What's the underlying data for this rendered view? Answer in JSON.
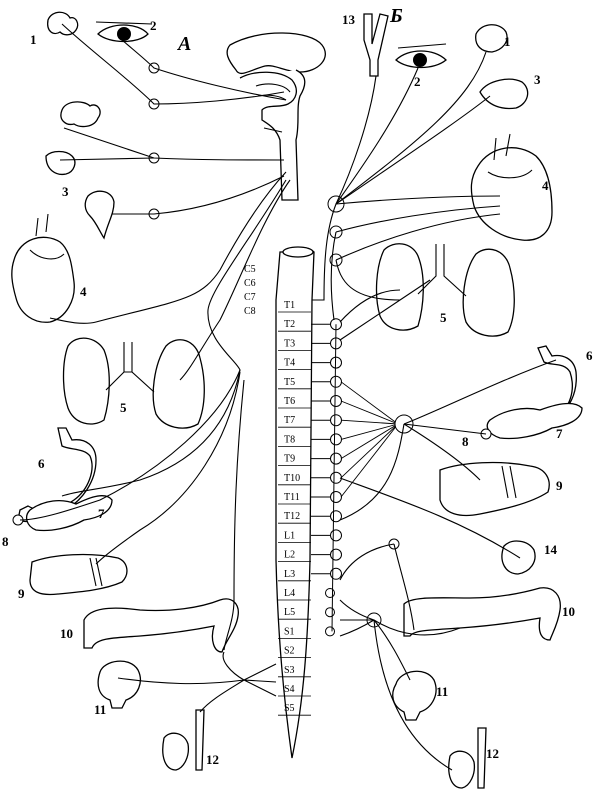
{
  "sections": {
    "a": "А",
    "b": "Б"
  },
  "left_labels": {
    "l1": "1",
    "l2": "2",
    "l3": "3",
    "l4": "4",
    "l5": "5",
    "l6": "6",
    "l7": "7",
    "l8": "8",
    "l9": "9",
    "l10": "10",
    "l11": "11",
    "l12": "12"
  },
  "right_labels": {
    "r1": "1",
    "r2": "2",
    "r3": "3",
    "r4": "4",
    "r5": "5",
    "r6": "6",
    "r7": "7",
    "r8": "8",
    "r9": "9",
    "r10": "10",
    "r11": "11",
    "r12": "12",
    "r13": "13",
    "r14": "14"
  },
  "cervical_segments": [
    "C5",
    "C6",
    "C7",
    "C8"
  ],
  "spinal_segments": [
    "T1",
    "T2",
    "T3",
    "T4",
    "T5",
    "T6",
    "T7",
    "T8",
    "T9",
    "T10",
    "T11",
    "T12",
    "L1",
    "L2",
    "L3",
    "L4",
    "L5",
    "S1",
    "S2",
    "S3",
    "S4",
    "S5"
  ],
  "colors": {
    "ink": "#000000",
    "paper": "#ffffff"
  }
}
